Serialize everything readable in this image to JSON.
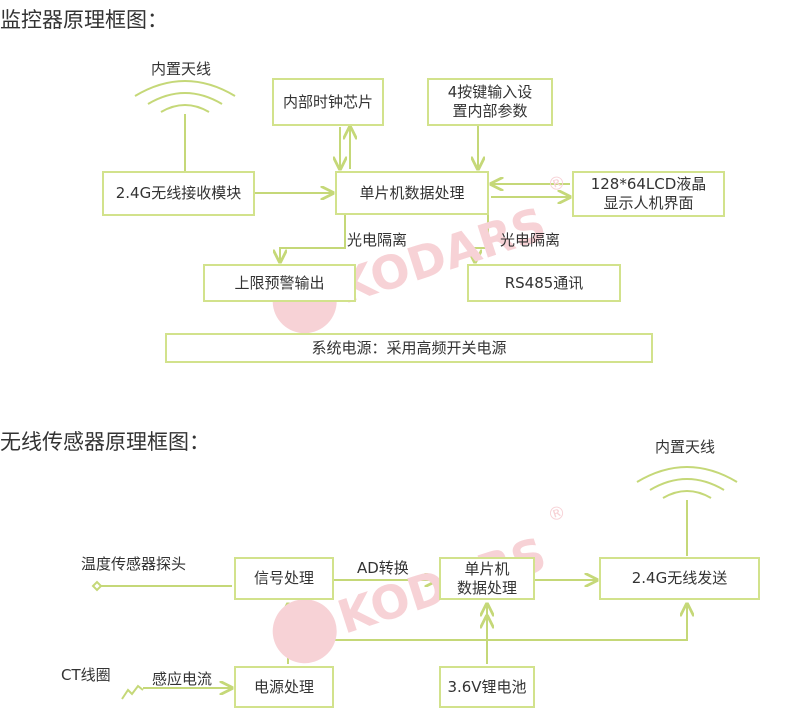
{
  "monitor": {
    "title": "监控器原理框图：",
    "antenna": "内置天线",
    "boxes": {
      "clock": "内部时钟芯片",
      "keys": "4按键输入设\n置内部参数",
      "rx": "2.4G无线接收模块",
      "mcu": "单片机数据处理",
      "lcd": "128*64LCD液晶\n显示人机界面",
      "alarm": "上限预警输出",
      "rs485": "RS485通讯",
      "power": "系统电源：采用高频开关电源"
    },
    "labels": {
      "opto_left": "光电隔离",
      "opto_right": "光电隔离"
    }
  },
  "sensor": {
    "title": "无线传感器原理框图：",
    "antenna": "内置天线",
    "boxes": {
      "signal": "信号处理",
      "mcu": "单片机\n数据处理",
      "tx": "2.4G无线发送",
      "power": "电源处理",
      "battery": "3.6V锂电池"
    },
    "labels": {
      "probe": "温度传感器探头",
      "adc": "AD转换",
      "ct": "CT线圈",
      "induction": "感应电流"
    }
  },
  "watermark": {
    "brand": "KODARS",
    "registered": "®"
  },
  "colors": {
    "line": "#d2e28c",
    "watermark": "#f7d2d6",
    "text": "#333333"
  }
}
